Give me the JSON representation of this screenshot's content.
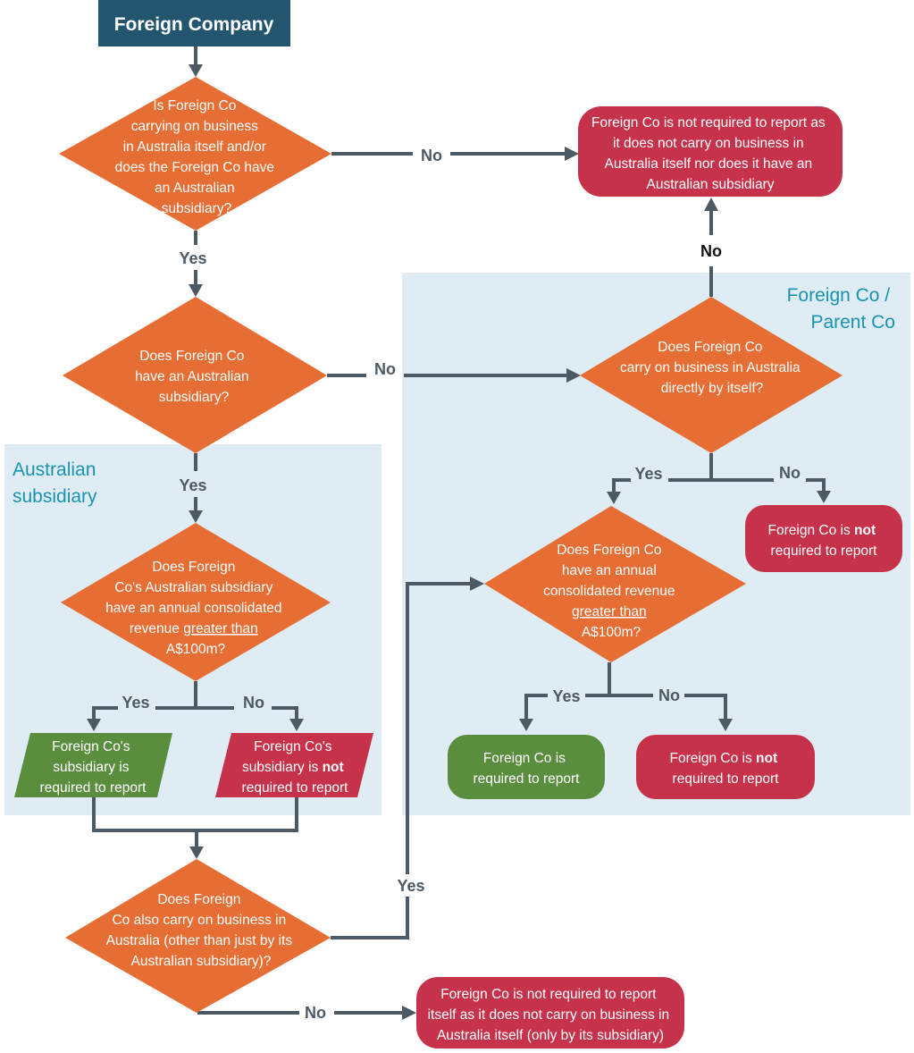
{
  "title": "Foreign Company",
  "regions": {
    "australian_subsidiary": [
      "Australian",
      "subsidiary"
    ],
    "parent_co": [
      "Foreign Co /",
      "Parent Co"
    ]
  },
  "decisions": {
    "d1": [
      "Is Foreign Co",
      "carrying on business",
      "in Australia itself and/or",
      "does the Foreign Co have",
      "an Australian",
      "subsidiary?"
    ],
    "d2": [
      "Does Foreign Co",
      "have an Australian",
      "subsidiary?"
    ],
    "d3": [
      "Does Foreign",
      "Co's Australian subsidiary",
      "have an annual consolidated",
      "revenue greater than",
      "A$100m?"
    ],
    "d4": [
      "Does Foreign",
      "Co also carry on business in",
      "Australia (other than just by its",
      "Australian subsidiary)?"
    ],
    "d5": [
      "Does Foreign Co",
      "carry on business in Australia",
      "directly by itself?"
    ],
    "d6": [
      "Does Foreign Co",
      "have an annual",
      "consolidated revenue",
      "greater than",
      "A$100m?"
    ]
  },
  "outcomes": {
    "o_top": [
      "Foreign Co is not required to report as",
      "it does not carry on business in",
      "Australia itself nor does it have an",
      "Australian subsidiary"
    ],
    "o_sub_yes": [
      "Foreign Co's",
      "subsidiary is",
      "required to report"
    ],
    "o_sub_no": [
      "Foreign Co's",
      "subsidiary is not",
      "required to report"
    ],
    "o_bottom": [
      "Foreign Co is not required to report",
      "itself as it does not carry on business in",
      "Australia itself (only by its subsidiary)"
    ],
    "o_d5_no": [
      "Foreign Co is not",
      "required to report"
    ],
    "o_d6_yes": [
      "Foreign Co is",
      "required to report"
    ],
    "o_d6_no": [
      "Foreign Co is not",
      "required to report"
    ]
  },
  "edge_labels": {
    "yes": "Yes",
    "no": "No"
  },
  "colors": {
    "decision": "#e66d33",
    "not_required": "#c7324b",
    "required": "#5b8d3f",
    "start": "#24556e",
    "region_bg": "#dfecf4",
    "region_text": "#1993b0",
    "connector": "#4d5963"
  }
}
